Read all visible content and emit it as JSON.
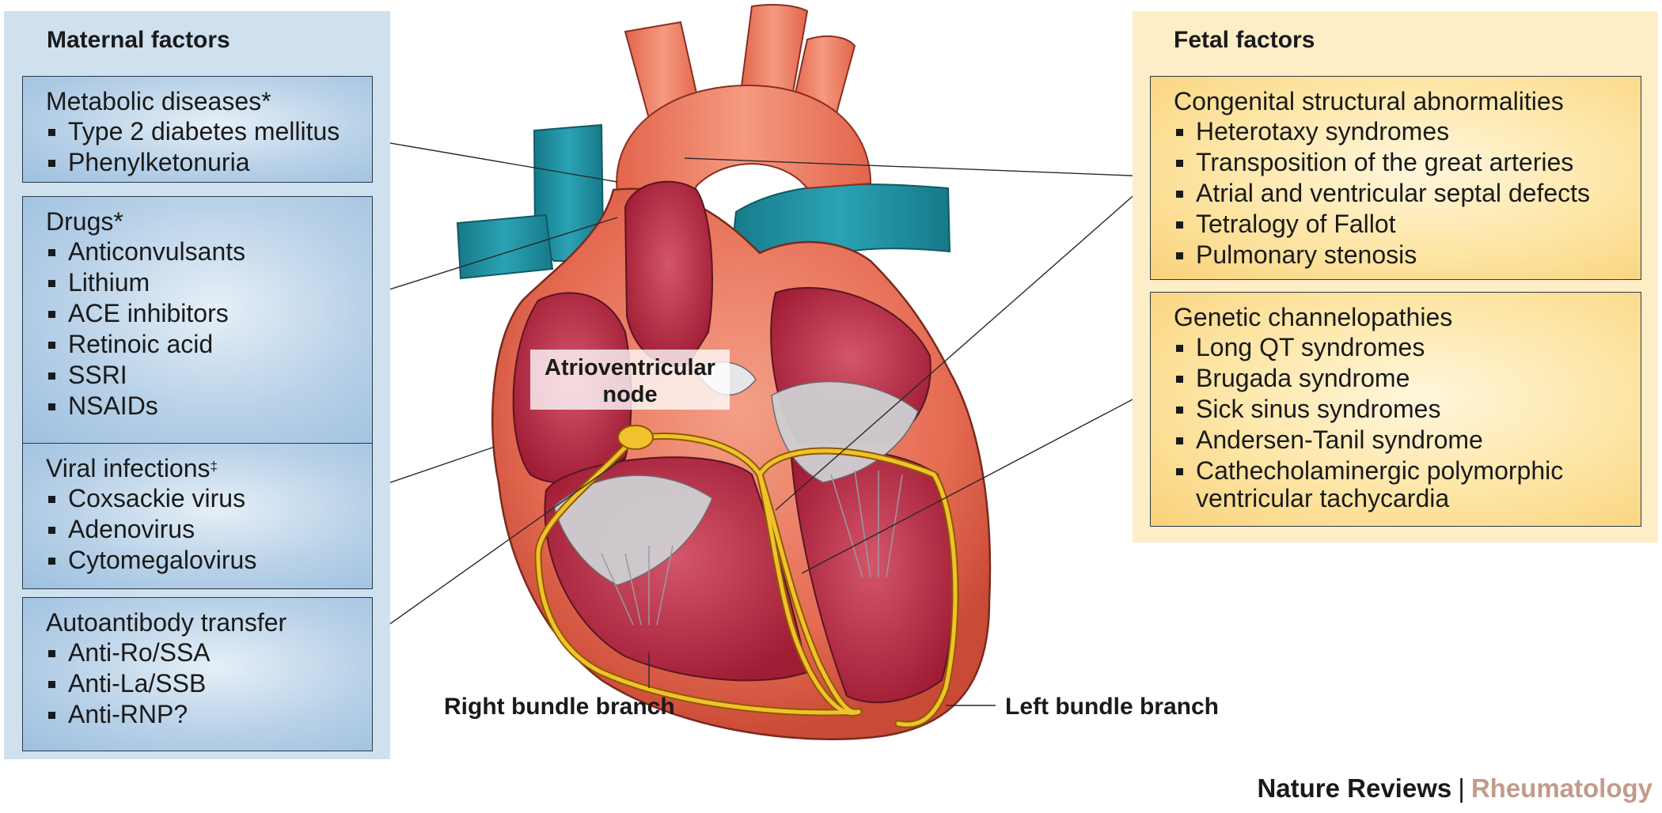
{
  "maternal": {
    "title": "Maternal factors",
    "boxes": [
      {
        "title": "Metabolic diseases*",
        "items": [
          "Type 2 diabetes mellitus",
          "Phenylketonuria"
        ]
      },
      {
        "title": "Drugs*",
        "items": [
          "Anticonvulsants",
          "Lithium",
          "ACE inhibitors",
          "Retinoic acid",
          "SSRI",
          "NSAIDs"
        ]
      },
      {
        "title": "Viral infections",
        "title_mark": "‡",
        "items": [
          "Coxsackie virus",
          "Adenovirus",
          "Cytomegalovirus"
        ]
      },
      {
        "title": "Autoantibody transfer",
        "items": [
          "Anti-Ro/SSA",
          "Anti-La/SSB",
          "Anti-RNP?"
        ]
      }
    ]
  },
  "fetal": {
    "title": "Fetal factors",
    "boxes": [
      {
        "title": "Congenital structural abnormalities",
        "items": [
          "Heterotaxy syndromes",
          "Transposition of the great arteries",
          "Atrial and ventricular septal defects",
          "Tetralogy of Fallot",
          "Pulmonary stenosis"
        ]
      },
      {
        "title": "Genetic channelopathies",
        "items": [
          "Long QT syndromes",
          "Brugada syndrome",
          "Sick sinus syndromes",
          "Andersen-Tanil syndrome",
          "Cathecholaminergic polymorphic",
          "ventricular tachycardia"
        ]
      }
    ]
  },
  "heart_labels": {
    "av_node_line1": "Atrioventricular",
    "av_node_line2": "node",
    "right_bundle": "Right bundle branch",
    "left_bundle": "Left bundle branch"
  },
  "credit": {
    "publisher": "Nature Reviews",
    "separator": "|",
    "journal": "Rheumatology"
  },
  "colors": {
    "maternal_panel": "#cfe0ef",
    "maternal_box": "#a9c8e3",
    "fetal_panel": "#fdeec7",
    "fetal_box": "#fbd98a",
    "heart_wall": "#e8735a",
    "heart_chamber": "#b3283f",
    "vessels": "#1e8a9c",
    "conduction": "#f2c12e",
    "journal": "#c39a8d"
  }
}
